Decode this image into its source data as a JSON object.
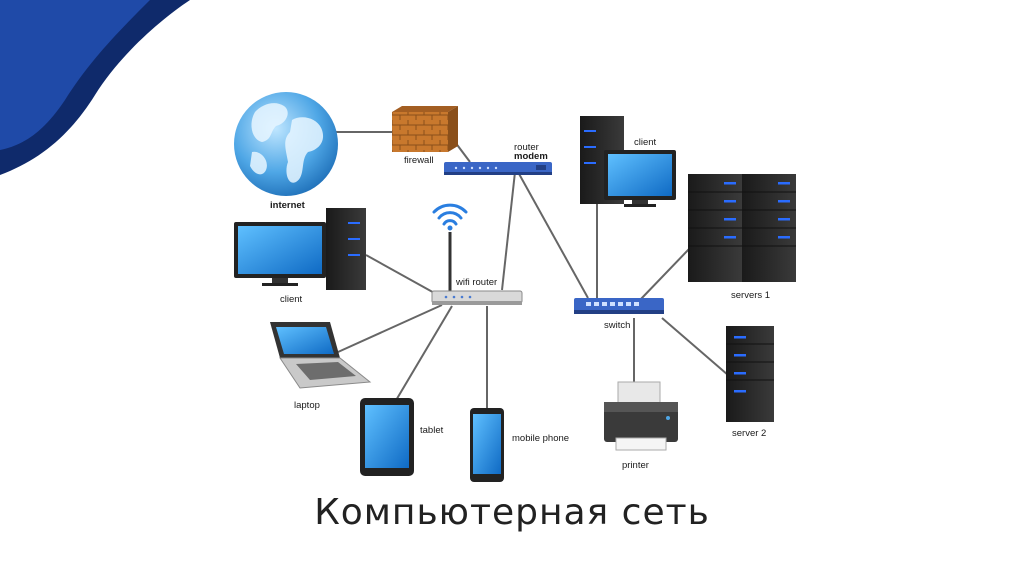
{
  "slide": {
    "title": "Компьютерная сеть"
  },
  "colors": {
    "corner_dark": "#0f2a6b",
    "corner_mid": "#1f4aa8",
    "screen_blue": "#1a7fd6",
    "server_body": "#222222",
    "server_led": "#2a6cff",
    "cable": "#666666",
    "firewall_brick": "#c8782d",
    "switch_blue": "#3a66c6"
  },
  "diagram": {
    "labels": {
      "internet": "internet",
      "firewall": "firewall",
      "router": "router",
      "modem": "modem",
      "client_top": "client",
      "client_left": "client",
      "wifi_router": "wifi router",
      "servers_1": "servers 1",
      "switch": "switch",
      "laptop": "laptop",
      "tablet": "tablet",
      "mobile_phone": "mobile phone",
      "printer": "printer",
      "server_2": "server 2"
    },
    "icons": [
      "globe-icon",
      "brick-wall-icon",
      "router-modem-icon",
      "desktop-tower-icon",
      "monitor-icon",
      "wifi-router-icon",
      "wifi-signal-icon",
      "server-rack-icon",
      "network-switch-icon",
      "laptop-icon",
      "tablet-icon",
      "smartphone-icon",
      "printer-icon"
    ]
  }
}
